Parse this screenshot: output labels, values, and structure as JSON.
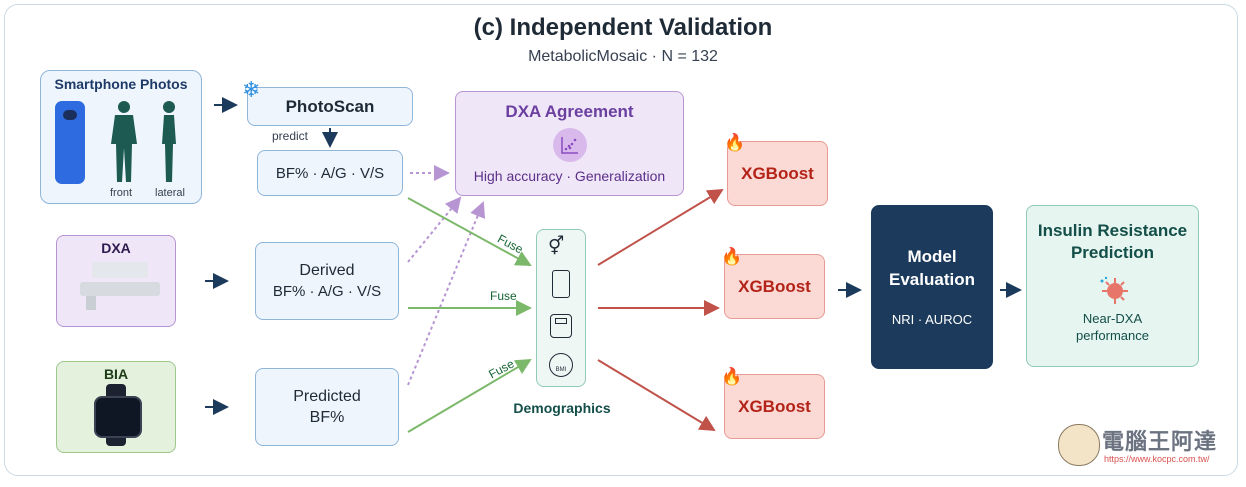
{
  "title": "(c) Independent Validation",
  "subtitle": "MetabolicMosaic · N = 132",
  "inputs": {
    "smartphone": {
      "label": "Smartphone Photos",
      "front": "front",
      "lateral": "lateral"
    },
    "dxa": {
      "label": "DXA"
    },
    "bia": {
      "label": "BIA"
    }
  },
  "photoscan": {
    "label": "PhotoScan",
    "predict": "predict",
    "outputs": "BF% · A/G · V/S"
  },
  "derived": {
    "line1": "Derived",
    "line2": "BF% · A/G · V/S"
  },
  "predicted": {
    "line1": "Predicted",
    "line2": "BF%"
  },
  "dxa_agreement": {
    "title": "DXA Agreement",
    "text": "High accuracy · Generalization"
  },
  "fuse_label": "Fuse",
  "demographics": {
    "label": "Demographics",
    "bmi": "BMI"
  },
  "xgboost": {
    "label": "XGBoost"
  },
  "model_eval": {
    "line1": "Model",
    "line2": "Evaluation",
    "metrics": "NRI · AUROC"
  },
  "insulin": {
    "line1": "Insulin Resistance",
    "line2": "Prediction",
    "text1": "Near-DXA",
    "text2": "performance"
  },
  "watermark": {
    "name": "電腦王阿達",
    "url": "https://www.kocpc.com.tw/"
  },
  "colors": {
    "blue_border": "#8fb5d9",
    "purple": "#b795d3",
    "green_arrow": "#7cb86a",
    "red_arrow": "#c0524a",
    "navy": "#1b3a5c",
    "teal": "#8fcbb8"
  }
}
